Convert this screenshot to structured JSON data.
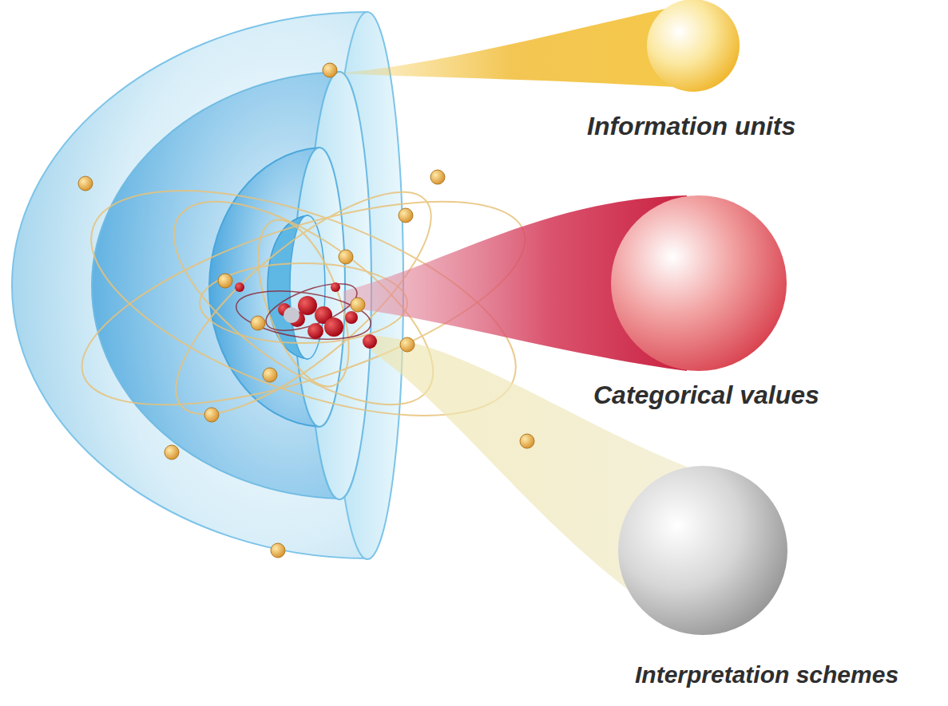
{
  "diagram": {
    "labels": [
      "Information units",
      "Categorical values",
      "Interpretation schemes"
    ]
  }
}
